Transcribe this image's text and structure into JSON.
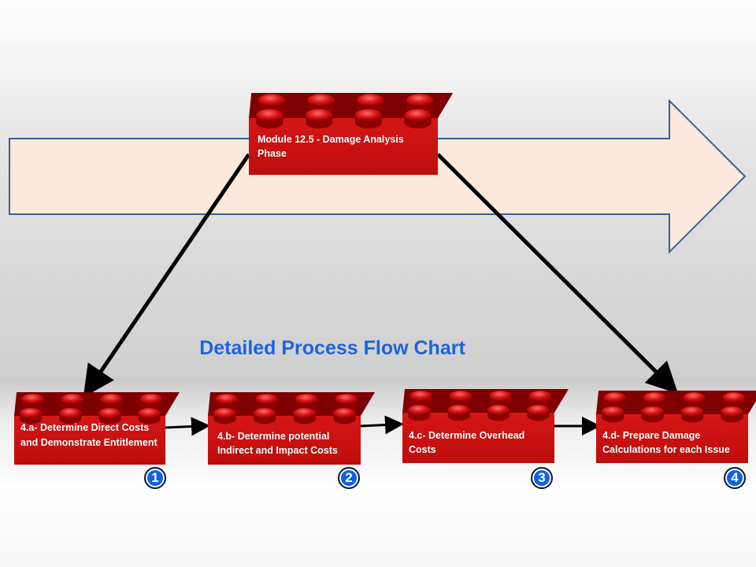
{
  "diagram": {
    "main_module": {
      "label": "Module 12.5 - Damage Analysis Phase"
    },
    "title": "Detailed Process Flow Chart",
    "steps": [
      {
        "label": "4.a- Determine Direct Costs and Demonstrate Entitlement",
        "number": "1"
      },
      {
        "label": "4.b- Determine potential Indirect and Impact Costs",
        "number": "2"
      },
      {
        "label": "4.c- Determine Overhead Costs",
        "number": "3"
      },
      {
        "label": "4.d- Prepare Damage Calculations for each Issue",
        "number": "4"
      }
    ],
    "colors": {
      "brick": "#d01414",
      "brick_dark": "#7e0000",
      "arrow_fill": "#fde9db",
      "arrow_stroke": "#3b5f96",
      "title": "#1a64e0",
      "badge": "#1060e8"
    }
  }
}
